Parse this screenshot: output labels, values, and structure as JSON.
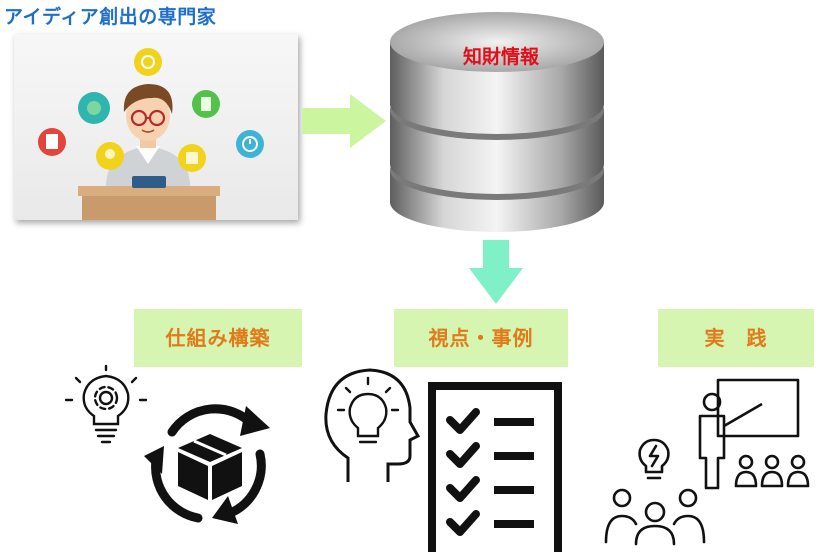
{
  "header": {
    "title": "アイディア創出の専門家"
  },
  "database": {
    "label": "知財情報"
  },
  "labels": {
    "framework": "仕組み構築",
    "perspective": "視点・事例",
    "practice": "実　践"
  },
  "colors": {
    "title_blue": "#1f6fc9",
    "db_label_red": "#e0101a",
    "label_box_green": "#d6f5b0",
    "label_text_orange": "#e07a1a",
    "arrow_right_green": "#ccf5a0",
    "arrow_down_teal": "#7ff0c8"
  },
  "icons": [
    "expert-illustration",
    "database-icon",
    "gear-lightbulb-icon",
    "cycle-box-icon",
    "head-lightbulb-icon",
    "checklist-icon",
    "presenter-icon",
    "team-idea-icon"
  ]
}
